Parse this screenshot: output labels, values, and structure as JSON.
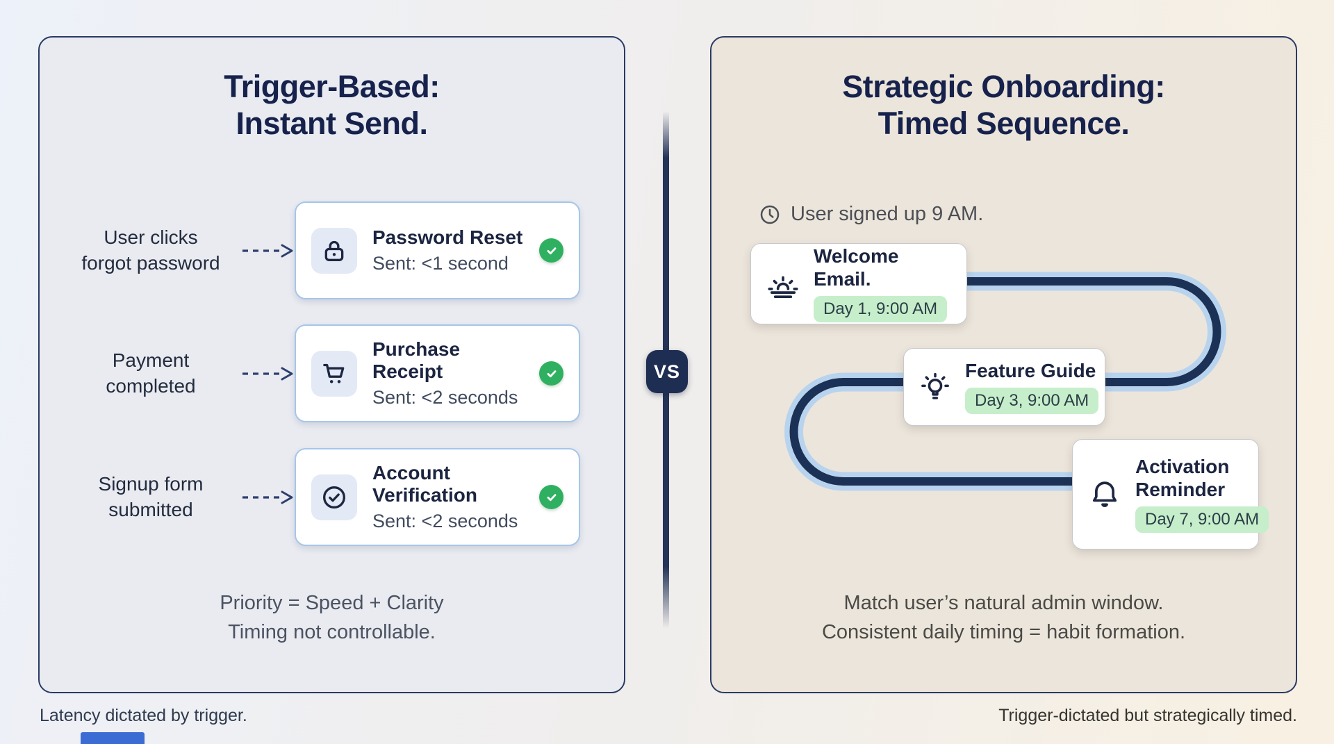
{
  "page": {
    "vs_label": "VS",
    "left_caption": "Latency dictated by trigger.",
    "right_caption": "Trigger-dictated but strategically timed."
  },
  "left_panel": {
    "title_line1": "Trigger-Based:",
    "title_line2": "Instant Send.",
    "rows": [
      {
        "trigger_line1": "User clicks",
        "trigger_line2": "forgot password",
        "icon": "lock-icon",
        "title": "Password Reset",
        "subtitle": "Sent: <1 second"
      },
      {
        "trigger_line1": "Payment",
        "trigger_line2": "completed",
        "icon": "cart-icon",
        "title": "Purchase Receipt",
        "subtitle": "Sent: <2 seconds"
      },
      {
        "trigger_line1": "Signup form",
        "trigger_line2": "submitted",
        "icon": "circle-check-icon",
        "title": "Account Verification",
        "subtitle": "Sent: <2 seconds"
      }
    ],
    "footer_line1": "Priority = Speed + Clarity",
    "footer_line2": "Timing not controllable."
  },
  "right_panel": {
    "title_line1": "Strategic Onboarding:",
    "title_line2": "Timed Sequence.",
    "signup_note": "User signed up 9 AM.",
    "steps": [
      {
        "icon": "sunrise-icon",
        "title": "Welcome Email.",
        "badge": "Day 1, 9:00 AM"
      },
      {
        "icon": "lightbulb-icon",
        "title": "Feature Guide",
        "badge": "Day 3, 9:00 AM"
      },
      {
        "icon": "bell-icon",
        "title": "Activation Reminder",
        "badge": "Day 7, 9:00 AM"
      }
    ],
    "footer_line1": "Match user’s natural admin window.",
    "footer_line2": "Consistent daily timing = habit formation."
  },
  "colors": {
    "navy": "#1e2d52",
    "title_navy": "#16224c",
    "card_border_blue": "#a6c6e9",
    "check_green": "#2fb061",
    "pill_green": "#c6eecb",
    "path_outer_blue": "#b8d3ee",
    "path_inner_navy": "#1c3156",
    "left_panel_bg": "#e9ebf1",
    "right_panel_bg": "#ece5db"
  }
}
